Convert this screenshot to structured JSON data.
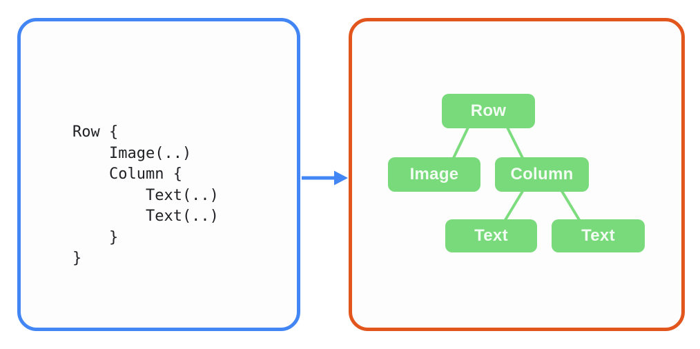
{
  "colors": {
    "code_panel_border": "#4285F4",
    "tree_panel_border": "#E2551C",
    "arrow_blue": "#4285F4",
    "node_green": "#78DA7A",
    "edge_green": "#7CDC7E",
    "code_text": "#202124",
    "node_text": "#F2FCF2"
  },
  "code_panel": {
    "lines": [
      "Row {",
      "    Image(..)",
      "    Column {",
      "        Text(..)",
      "        Text(..)",
      "    }",
      "}"
    ]
  },
  "tree_panel": {
    "nodes": {
      "row": "Row",
      "image": "Image",
      "column": "Column",
      "text_left": "Text",
      "text_right": "Text"
    }
  }
}
